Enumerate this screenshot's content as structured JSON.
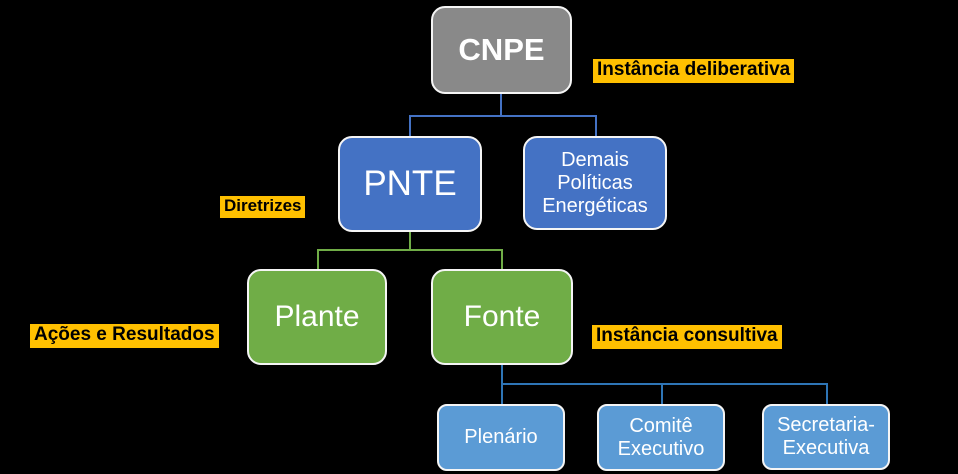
{
  "diagram": {
    "nodes": {
      "cnpe": {
        "label": "CNPE"
      },
      "pnte": {
        "label": "PNTE"
      },
      "demais": {
        "label": "Demais\nPolíticas\nEnergéticas"
      },
      "plante": {
        "label": "Plante"
      },
      "fonte": {
        "label": "Fonte"
      },
      "plenario": {
        "label": "Plenário"
      },
      "comite": {
        "label": "Comitê\nExecutivo"
      },
      "secretaria": {
        "label": "Secretaria-\nExecutiva"
      }
    },
    "annotations": {
      "deliberativa": {
        "label": "Instância deliberativa"
      },
      "diretrizes": {
        "label": "Diretrizes"
      },
      "acoes": {
        "label": "Ações e Resultados"
      },
      "consultiva": {
        "label": "Instância consultiva"
      }
    },
    "colors": {
      "background": "#000000",
      "box_gray": "#898989",
      "box_blue": "#4472C4",
      "box_green": "#70AD47",
      "box_light_blue": "#5B9BD5",
      "box_border": "#F5F5F5",
      "annotation_yellow": "#FFC000",
      "annotation_text": "#000000",
      "node_text": "#FFFFFF",
      "connector_blue": "#4472C4",
      "connector_green": "#70AD47",
      "connector_light_blue": "#2E75B6"
    }
  }
}
